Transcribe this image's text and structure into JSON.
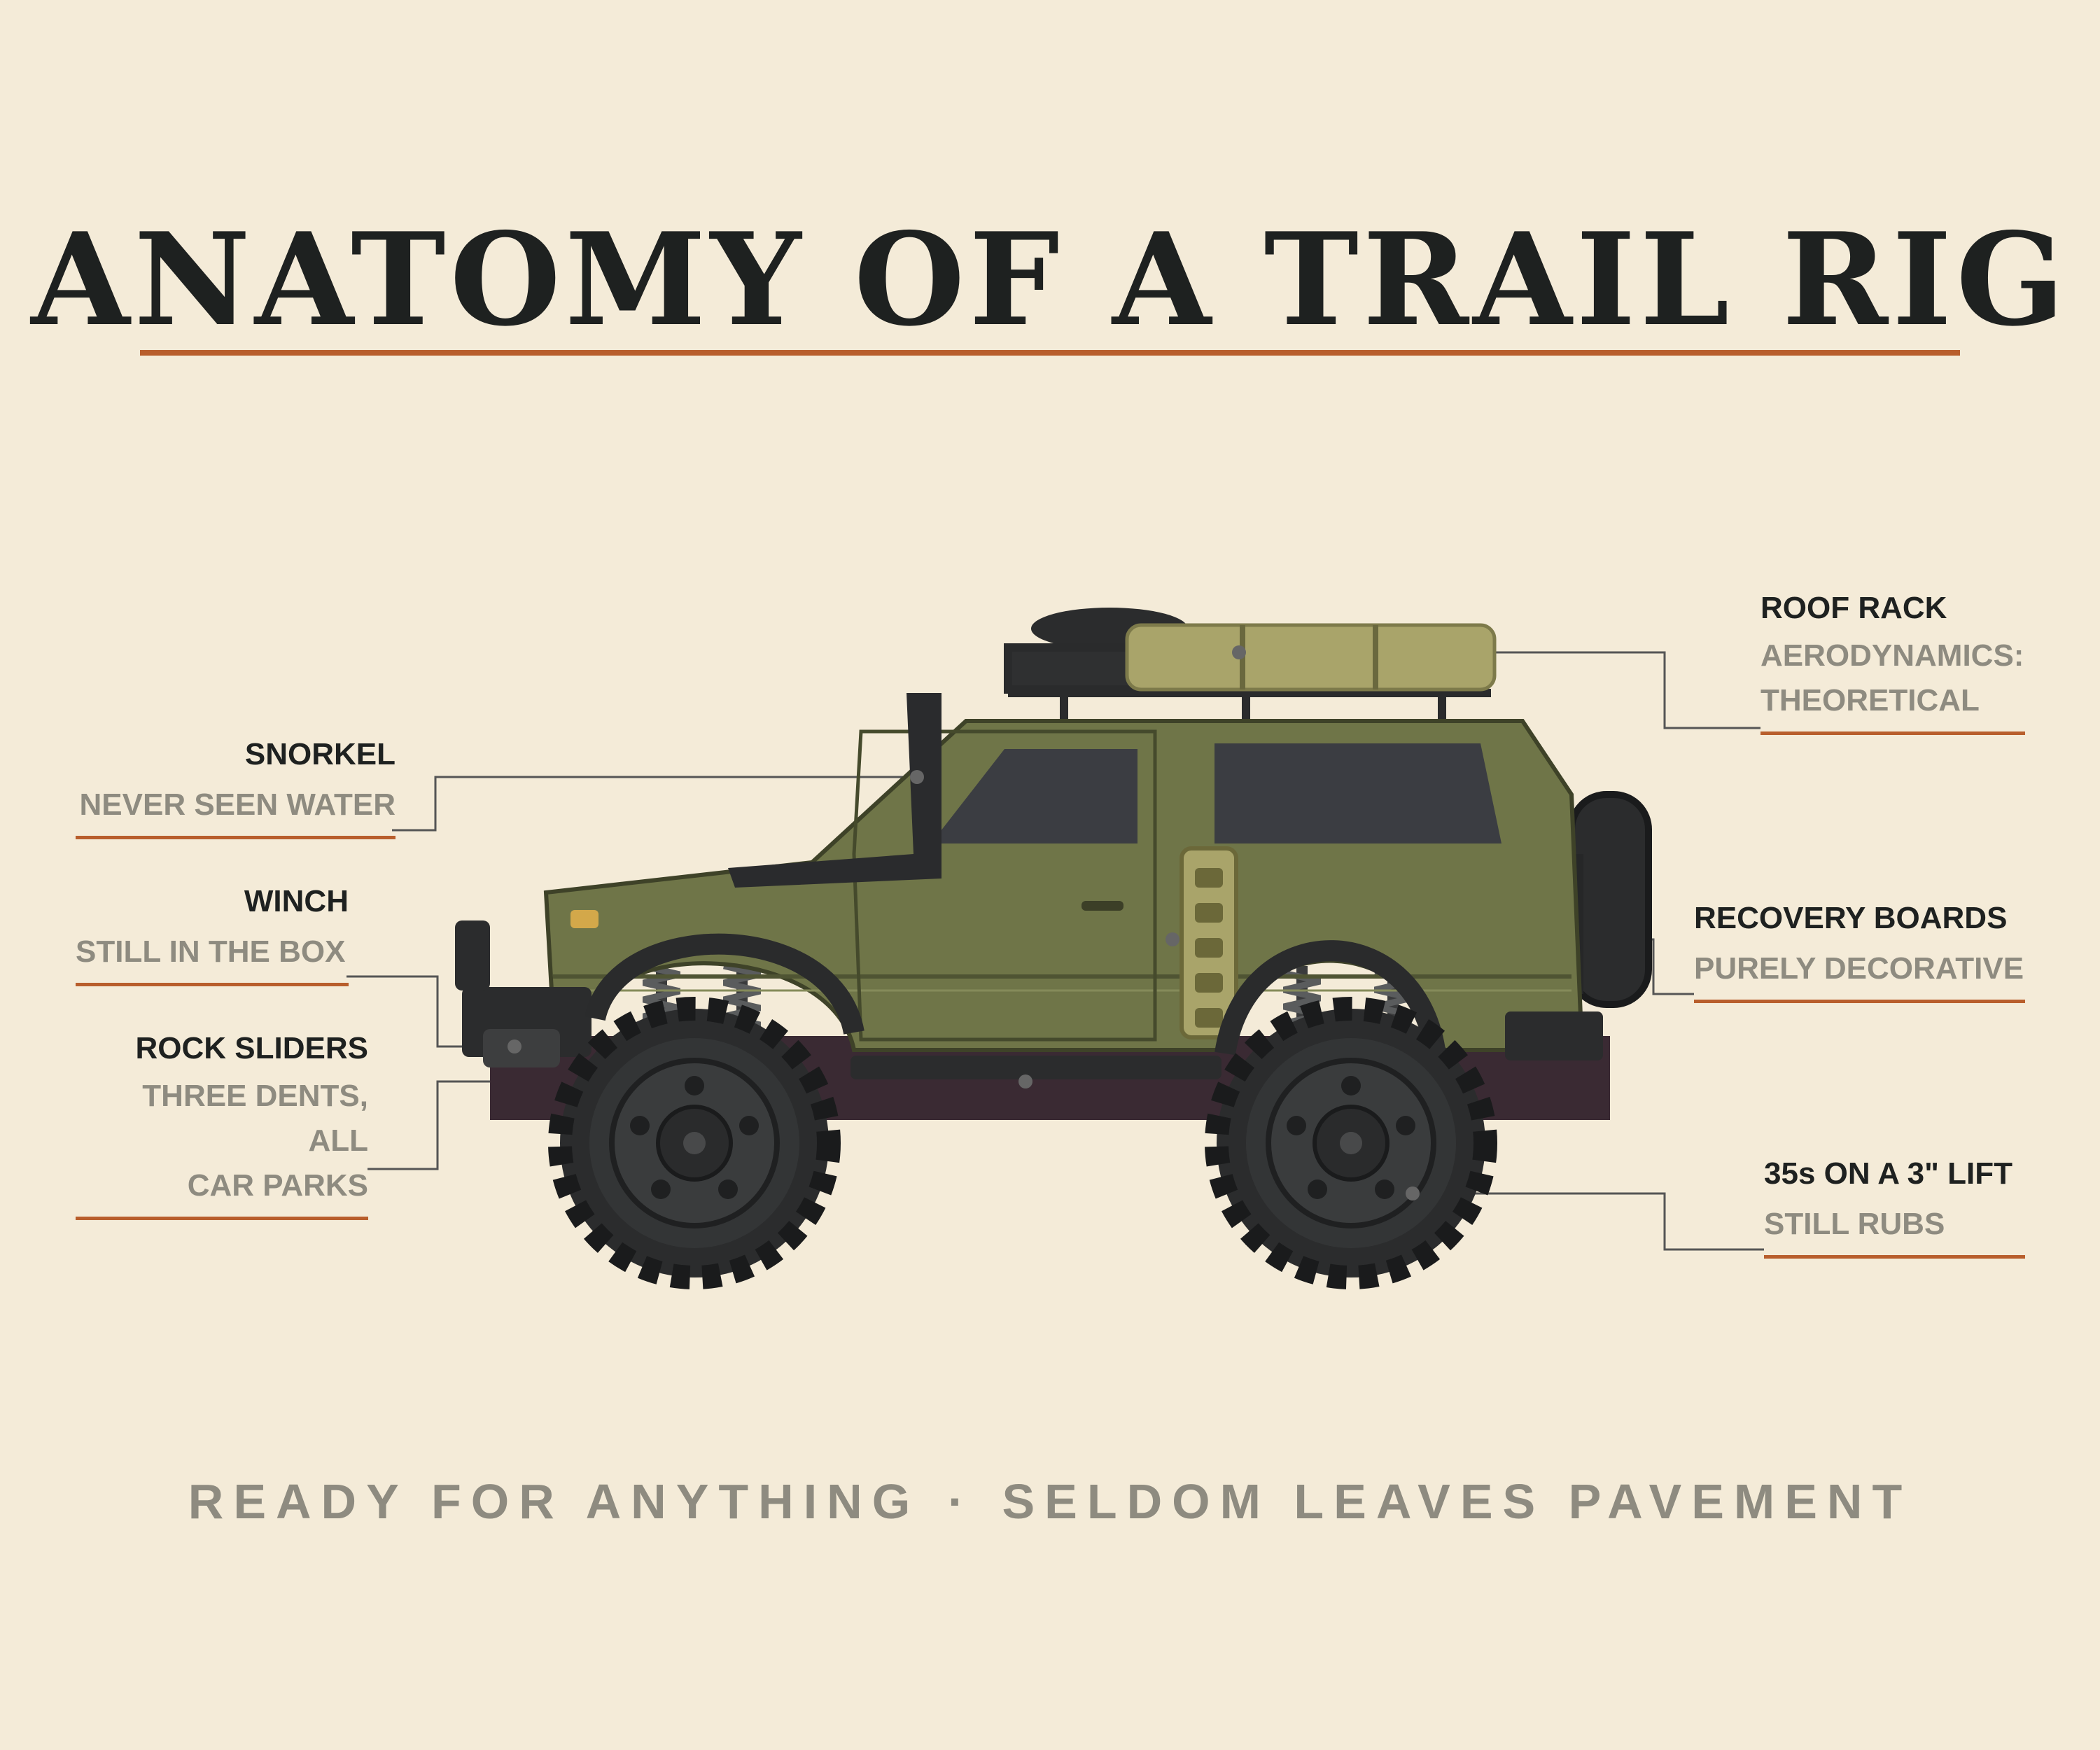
{
  "title": "ANATOMY OF A TRAIL RIG",
  "colors": {
    "background": "#f4ebd8",
    "title": "#1e2120",
    "accent": "#b85e2c",
    "muted_text": "#8e8b80",
    "body_paint": "#6f7548",
    "tent": "#a9a46a"
  },
  "callouts": {
    "snorkel": {
      "name": "SNORKEL",
      "note": "NEVER SEEN WATER"
    },
    "winch": {
      "name": "WINCH",
      "note": "STILL IN THE BOX"
    },
    "rock_sliders": {
      "name": "ROCK SLIDERS",
      "note_line1": "THREE DENTS, ALL",
      "note_line2": "CAR PARKS"
    },
    "roof_rack": {
      "name": "ROOF RACK",
      "note_line1": "AERODYNAMICS:",
      "note_line2": "THEORETICAL"
    },
    "recovery_boards": {
      "name": "RECOVERY BOARDS",
      "note": "PURELY DECORATIVE"
    },
    "tires": {
      "name": "35s ON A 3\" LIFT",
      "note": "STILL RUBS"
    }
  },
  "footer": {
    "left": "READY FOR ANYTHING",
    "separator": "·",
    "right": "SELDOM LEAVES PAVEMENT"
  }
}
